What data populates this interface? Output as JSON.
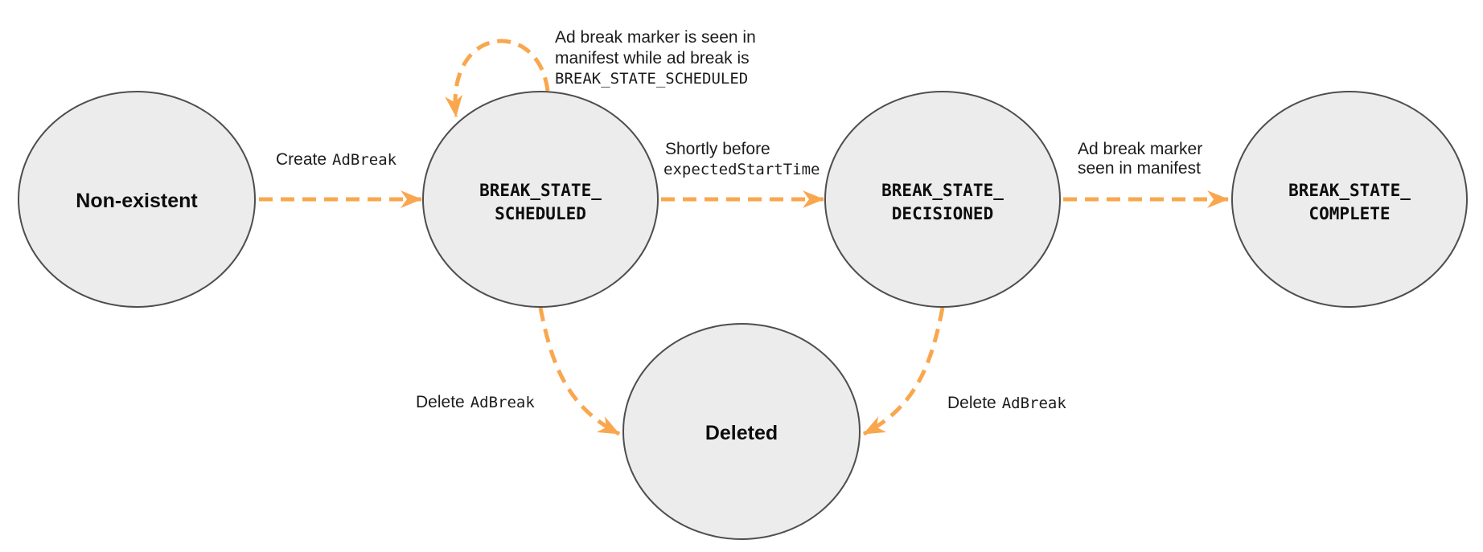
{
  "diagram": {
    "background": "#FFFFFF",
    "colors": {
      "arrow": "#F9A74E",
      "node_fill": "#ECECEC",
      "node_stroke": "#4E4E4E",
      "state_text": "#0D0D0D",
      "label_text": "#1C1C1C"
    },
    "states": [
      {
        "id": "non-existent",
        "lines": [
          "Non-existent"
        ]
      },
      {
        "id": "break-state-scheduled",
        "lines": [
          "BREAK_STATE_",
          "SCHEDULED"
        ]
      },
      {
        "id": "break-state-decisioned",
        "lines": [
          "BREAK_STATE_",
          "DECISIONED"
        ]
      },
      {
        "id": "break-state-complete",
        "lines": [
          "BREAK_STATE_",
          "COMPLETE"
        ]
      },
      {
        "id": "deleted",
        "lines": [
          "Deleted"
        ]
      }
    ],
    "transitions": {
      "create": {
        "plain": "Create",
        "code": "AdBreak"
      },
      "self_loop": {
        "lines": [
          "Ad break marker is seen in",
          "manifest while ad break is"
        ],
        "code_line": "BREAK_STATE_SCHEDULED"
      },
      "to_decisioned": {
        "plain": "Shortly before",
        "code": "expectedStartTime"
      },
      "to_complete": {
        "lines": [
          "Ad break marker",
          "seen in manifest"
        ]
      },
      "delete_left": {
        "plain": "Delete",
        "code": "AdBreak"
      },
      "delete_right": {
        "plain": "Delete",
        "code": "AdBreak"
      }
    }
  }
}
